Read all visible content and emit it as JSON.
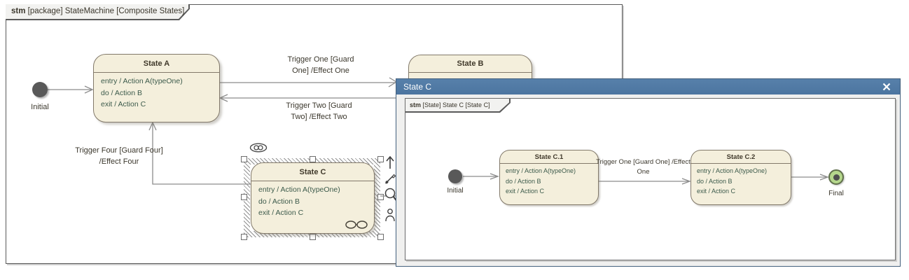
{
  "colors": {
    "state_fill": "#F4EFDC",
    "state_border": "#82796A",
    "state_body_text": "#3D5B4C",
    "state_title_text": "#40392B",
    "connector": "#8C8C8C",
    "popup_titlebar": "#4E79A7",
    "initial_node": "#595959",
    "final_node_ring": "#B5D78C",
    "frame_tab_fill": "#F2F2F0",
    "selection_hatch": "#909090"
  },
  "icons": {
    "close": "x-cross",
    "arrow_up": "up-arrow",
    "brush": "paintbrush",
    "magnifier": "magnifying-glass",
    "person": "person-silhouette",
    "eye": "ellipse-with-two-circles",
    "composite_glasses": "composite-state-glasses"
  },
  "main": {
    "frame_label": {
      "keyword": "stm",
      "text": " [package] StateMachine [Composite States]"
    },
    "initial_label": "Initial",
    "states": {
      "a": {
        "title": "State A",
        "features": [
          "entry / Action A(typeOne)",
          "do / Action B",
          "exit / Action C"
        ]
      },
      "b": {
        "title": "State B"
      },
      "c": {
        "title": "State C",
        "features": [
          "entry / Action A(typeOne)",
          "do / Action B",
          "exit / Action C"
        ]
      }
    },
    "transitions": {
      "one": {
        "line1": "Trigger One [Guard",
        "line2": "One] /Effect One"
      },
      "two": {
        "line1": "Trigger Two [Guard",
        "line2": "Two] /Effect Two"
      },
      "four": {
        "line1": "Trigger Four [Guard Four]",
        "line2": "/Effect Four"
      }
    }
  },
  "popup": {
    "title": "State C",
    "frame_label": {
      "keyword": "stm",
      "text": " [State] State C [State C]"
    },
    "initial_label": "Initial",
    "final_label": "Final",
    "states": {
      "c1": {
        "title": "State C.1",
        "features": [
          "entry / Action A(typeOne)",
          "do / Action B",
          "exit / Action C"
        ]
      },
      "c2": {
        "title": "State C.2",
        "features": [
          "entry / Action A(typeOne)",
          "do / Action B",
          "exit / Action C"
        ]
      }
    },
    "transition": {
      "line1": "Trigger One [Guard One] /Effect",
      "line2": "One"
    }
  }
}
